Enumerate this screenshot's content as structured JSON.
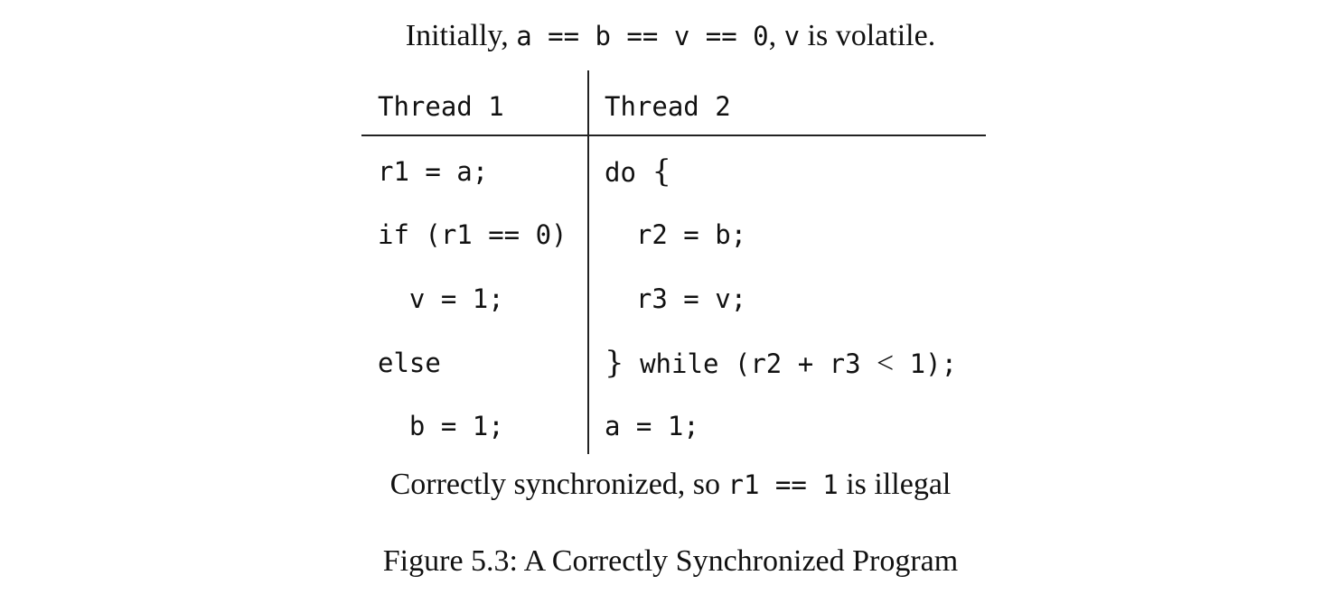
{
  "header": {
    "prefix": "Initially, ",
    "code_expr": "a == b == v == 0",
    "middle": ", ",
    "code_var": "v",
    "suffix": " is volatile."
  },
  "table": {
    "headers": [
      "Thread 1",
      "Thread 2"
    ],
    "thread1": [
      "r1 = a;",
      "if (r1 == 0)",
      "  v = 1;",
      "else",
      "  b = 1;"
    ],
    "thread2": {
      "line1_code": "do ",
      "line1_brace": "{",
      "line2": "  r2 = b;",
      "line3": "  r3 = v;",
      "line4_brace": "}",
      "line4_code": " while (r2 + r3 ",
      "line4_lt": "<",
      "line4_end": " 1);",
      "line5": "a = 1;"
    }
  },
  "note": {
    "prefix": "Correctly synchronized, so ",
    "code": "r1 == 1",
    "suffix": " is illegal"
  },
  "caption": "Figure 5.3: A Correctly Synchronized Program"
}
